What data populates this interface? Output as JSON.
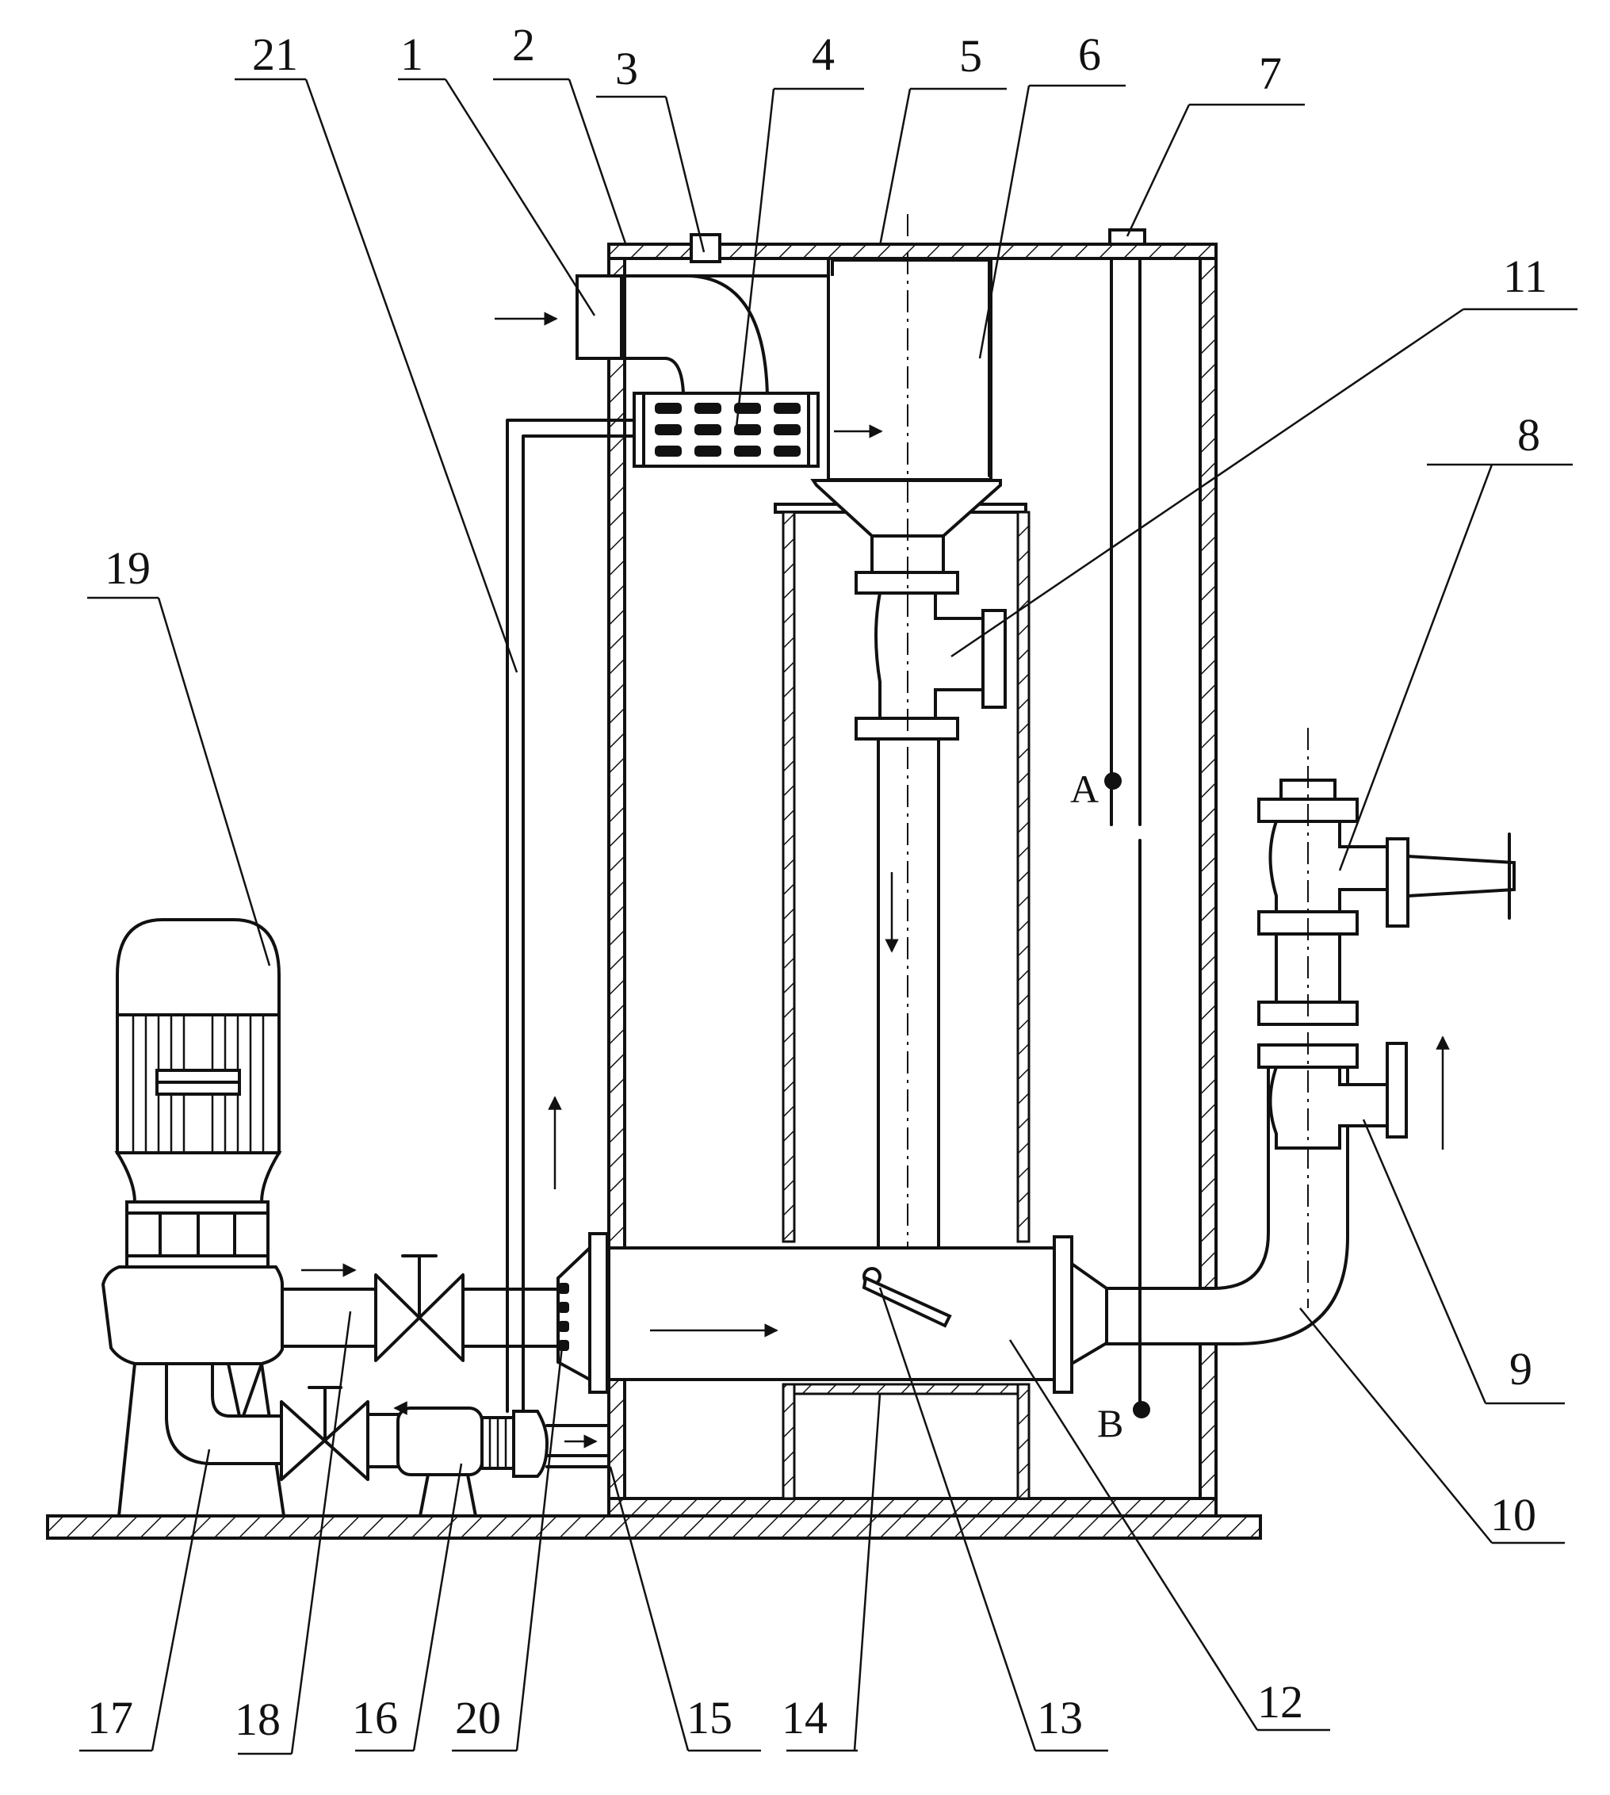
{
  "diagram": {
    "labels": [
      "1",
      "2",
      "3",
      "4",
      "5",
      "6",
      "7",
      "8",
      "9",
      "10",
      "11",
      "12",
      "13",
      "14",
      "15",
      "16",
      "17",
      "18",
      "19",
      "20",
      "21"
    ],
    "points": [
      "A",
      "B"
    ]
  }
}
